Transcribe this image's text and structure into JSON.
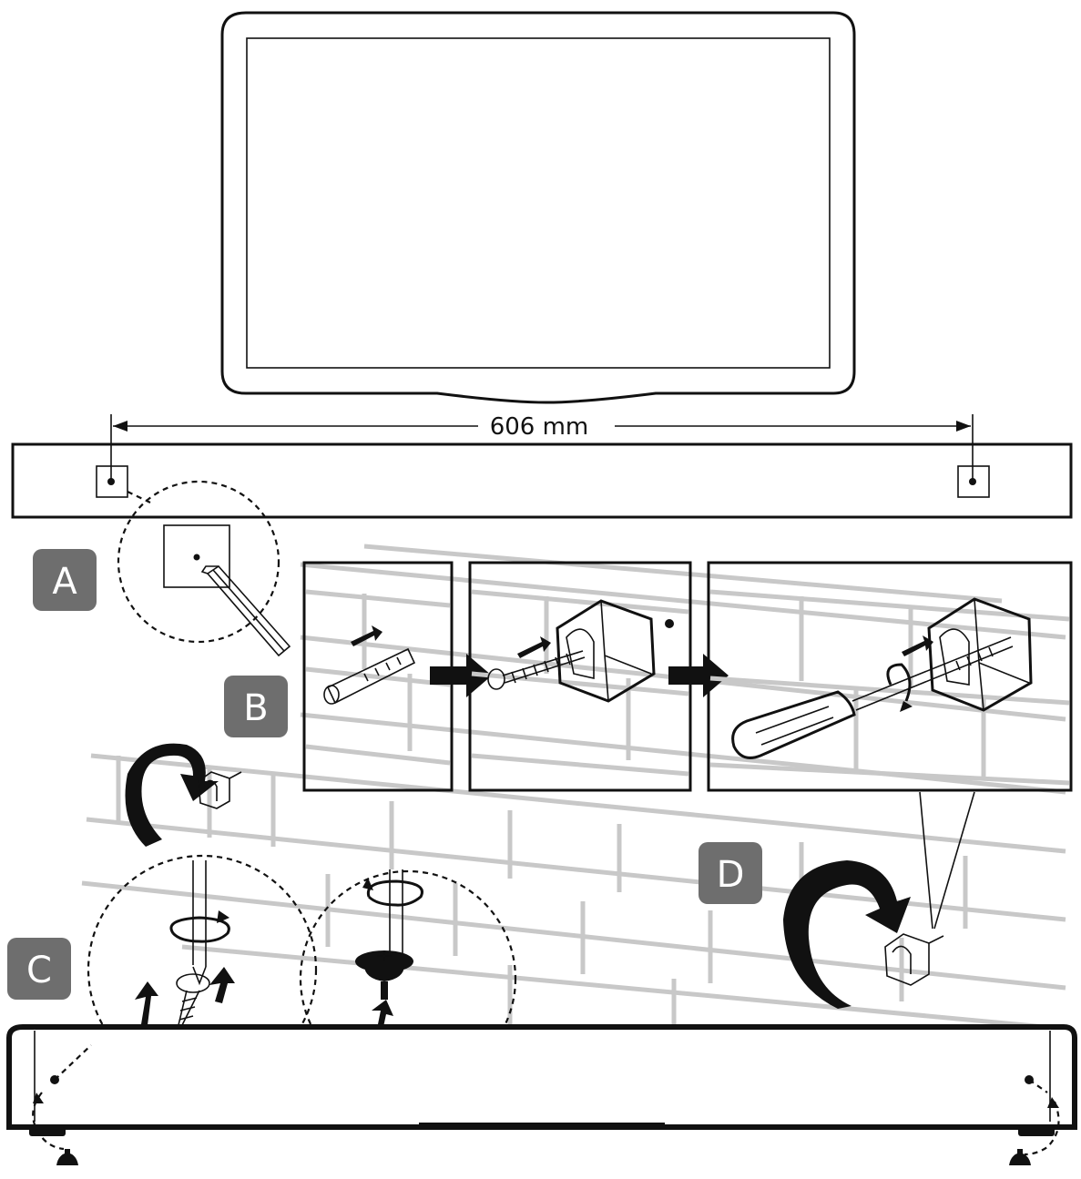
{
  "dimension": {
    "label": "606 mm"
  },
  "steps": {
    "a": "A",
    "b": "B",
    "c": "C",
    "d": "D"
  },
  "colors": {
    "badge": "#6e6e6e",
    "line": "#111111",
    "brick": "#c8c8c8"
  }
}
